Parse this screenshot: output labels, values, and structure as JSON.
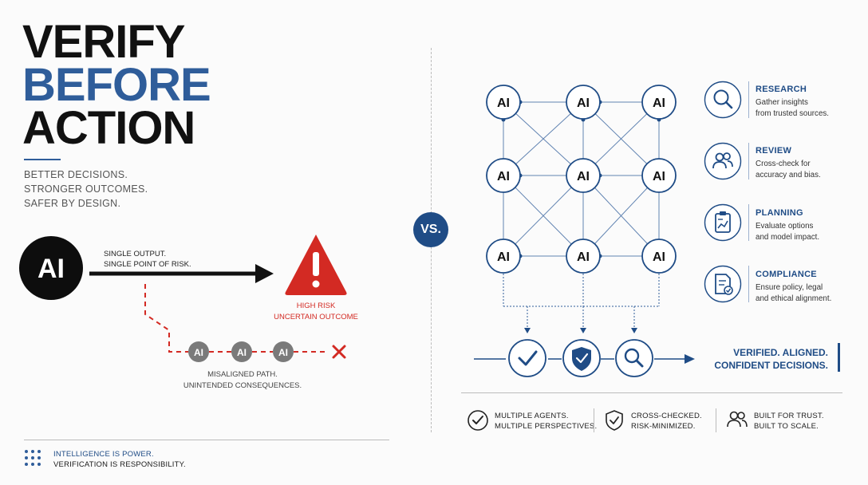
{
  "headline": {
    "line1": "VERIFY",
    "line2": "BEFORE",
    "line3": "ACTION"
  },
  "taglines": [
    "BETTER DECISIONS.",
    "STRONGER OUTCOMES.",
    "SAFER BY DESIGN."
  ],
  "single_ai": {
    "node_label": "AI",
    "arrow_line1": "SINGLE OUTPUT.",
    "arrow_line2": "SINGLE POINT OF RISK.",
    "risk_line1": "HIGH RISK",
    "risk_line2": "UNCERTAIN OUTCOME",
    "path_nodes": [
      "AI",
      "AI",
      "AI"
    ],
    "path_line1": "MISALIGNED PATH.",
    "path_line2": "UNINTENDED CONSEQUENCES."
  },
  "vs_label": "VS.",
  "grid_node_label": "AI",
  "benefits": [
    {
      "title": "RESEARCH",
      "desc_line1": "Gather insights",
      "desc_line2": "from trusted sources.",
      "icon": "magnifier-icon"
    },
    {
      "title": "REVIEW",
      "desc_line1": "Cross-check for",
      "desc_line2": "accuracy and bias.",
      "icon": "people-icon"
    },
    {
      "title": "PLANNING",
      "desc_line1": "Evaluate options",
      "desc_line2": "and model impact.",
      "icon": "clipboard-chart-icon"
    },
    {
      "title": "COMPLIANCE",
      "desc_line1": "Ensure policy, legal",
      "desc_line2": "and ethical alignment.",
      "icon": "document-check-icon"
    }
  ],
  "verified": {
    "line1": "VERIFIED. ALIGNED.",
    "line2": "CONFIDENT DECISIONS."
  },
  "bottom_features": [
    {
      "line1": "MULTIPLE AGENTS.",
      "line2": "MULTIPLE PERSPECTIVES.",
      "icon": "check-circle-icon"
    },
    {
      "line1": "CROSS-CHECKED.",
      "line2": "RISK-MINIMIZED.",
      "icon": "shield-check-icon"
    },
    {
      "line1": "BUILT FOR TRUST.",
      "line2": "BUILT TO SCALE.",
      "icon": "people-icon"
    }
  ],
  "footer": {
    "line1": "INTELLIGENCE IS POWER.",
    "line2": "VERIFICATION IS RESPONSIBILITY."
  },
  "colors": {
    "navy": "#1f4c86",
    "dark": "#111111",
    "risk_red": "#d32a23",
    "grey_node": "#7a7a7a",
    "accent_blue": "#2f5d9a"
  }
}
